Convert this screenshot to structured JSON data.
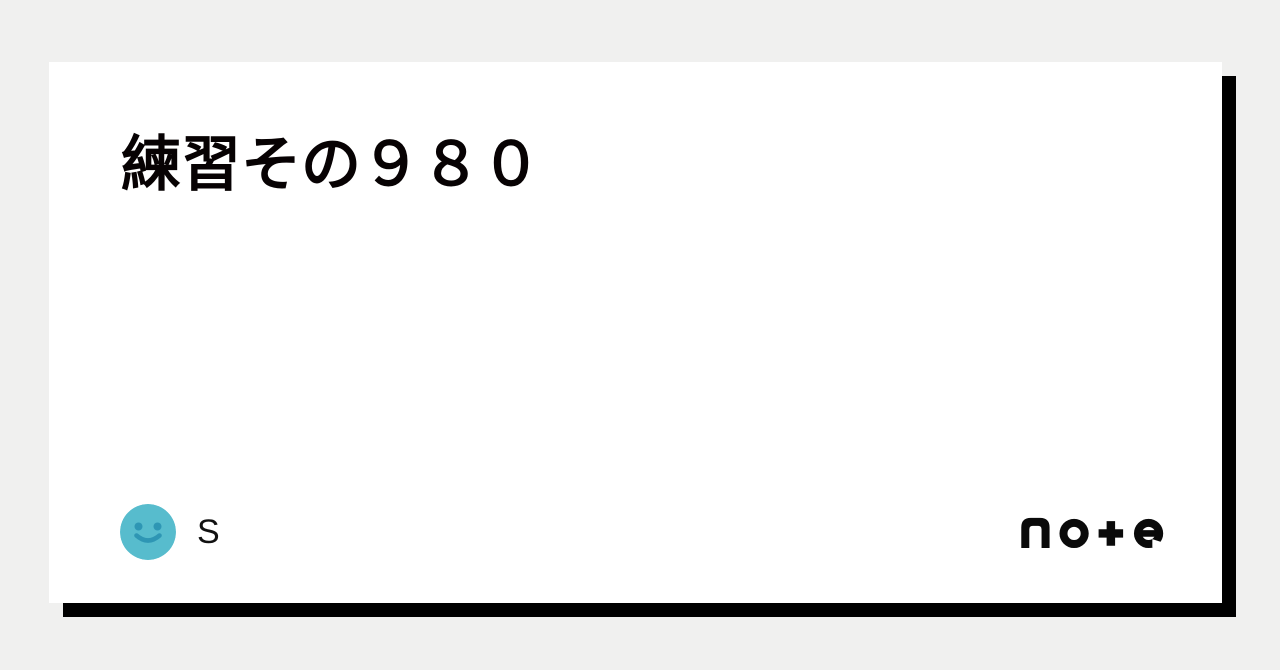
{
  "page": {
    "type": "note-article-share-card",
    "background_color": "#f0f0ef"
  },
  "card": {
    "title": "練習その９８０",
    "background_color": "#ffffff",
    "shadow_color": "#000000",
    "title_color": "#070203"
  },
  "footer": {
    "author": {
      "name": "S",
      "avatar_icon": "smiley-face-icon",
      "avatar_label": "author avatar",
      "avatar_body_color": "#57bccd",
      "avatar_feature_color": "#2e96b4"
    },
    "brand": {
      "name": "note",
      "logo_label": "note logo",
      "logo_color": "#0a0a0a"
    }
  }
}
